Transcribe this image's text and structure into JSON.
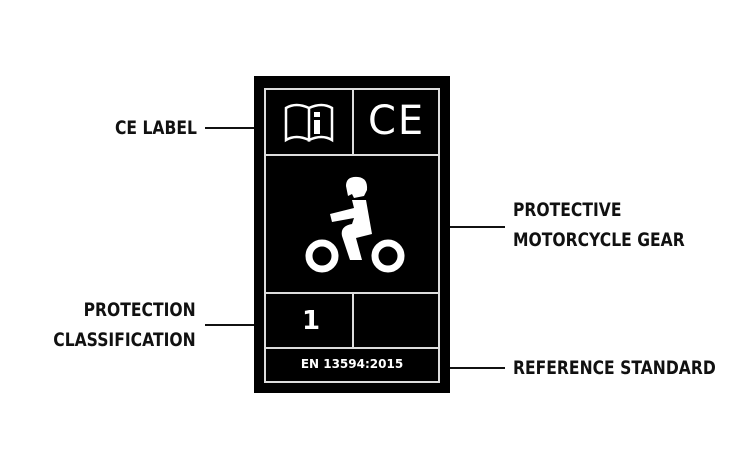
{
  "labels": {
    "ce_label": "CE LABEL",
    "protective_gear": [
      "PROTECTIVE",
      "MOTORCYCLE GEAR"
    ],
    "protection_classification": [
      "PROTECTION",
      "CLASSIFICATION"
    ],
    "reference_standard": "REFERENCE STANDARD"
  },
  "card": {
    "ce_mark": "CE",
    "class_value": "1",
    "standard": "EN 13594:2015",
    "icons": [
      "info-manual-icon",
      "ce-mark-icon",
      "motorcyclist-icon"
    ]
  }
}
